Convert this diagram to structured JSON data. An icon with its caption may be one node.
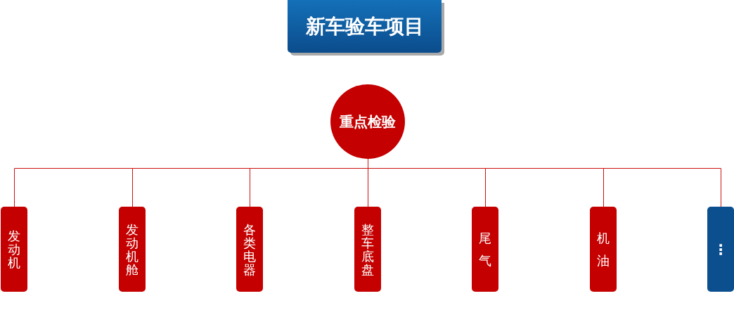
{
  "diagram": {
    "title": "新车验车项目",
    "nodes": [
      {
        "text": [
          "重点检验"
        ]
      },
      {
        "text": [
          "发动机"
        ]
      },
      {
        "text": [
          "发动机舱"
        ]
      },
      {
        "text": [
          "各类电器"
        ]
      },
      {
        "text": [
          "整车底盘"
        ]
      },
      {
        "text": [
          "尾气"
        ]
      },
      {
        "text": [
          "机油"
        ]
      },
      {
        "text": [
          "⋮"
        ]
      }
    ],
    "edges": [
      {
        "from": 0,
        "to": 1,
        "arrow": "none"
      },
      {
        "from": 0,
        "to": 2,
        "arrow": "none"
      },
      {
        "from": 0,
        "to": 3,
        "arrow": "none"
      },
      {
        "from": 0,
        "to": 4,
        "arrow": "none"
      },
      {
        "from": 0,
        "to": 5,
        "arrow": "none"
      },
      {
        "from": 0,
        "to": 6,
        "arrow": "none"
      },
      {
        "from": 0,
        "to": 7,
        "arrow": "none"
      }
    ]
  }
}
